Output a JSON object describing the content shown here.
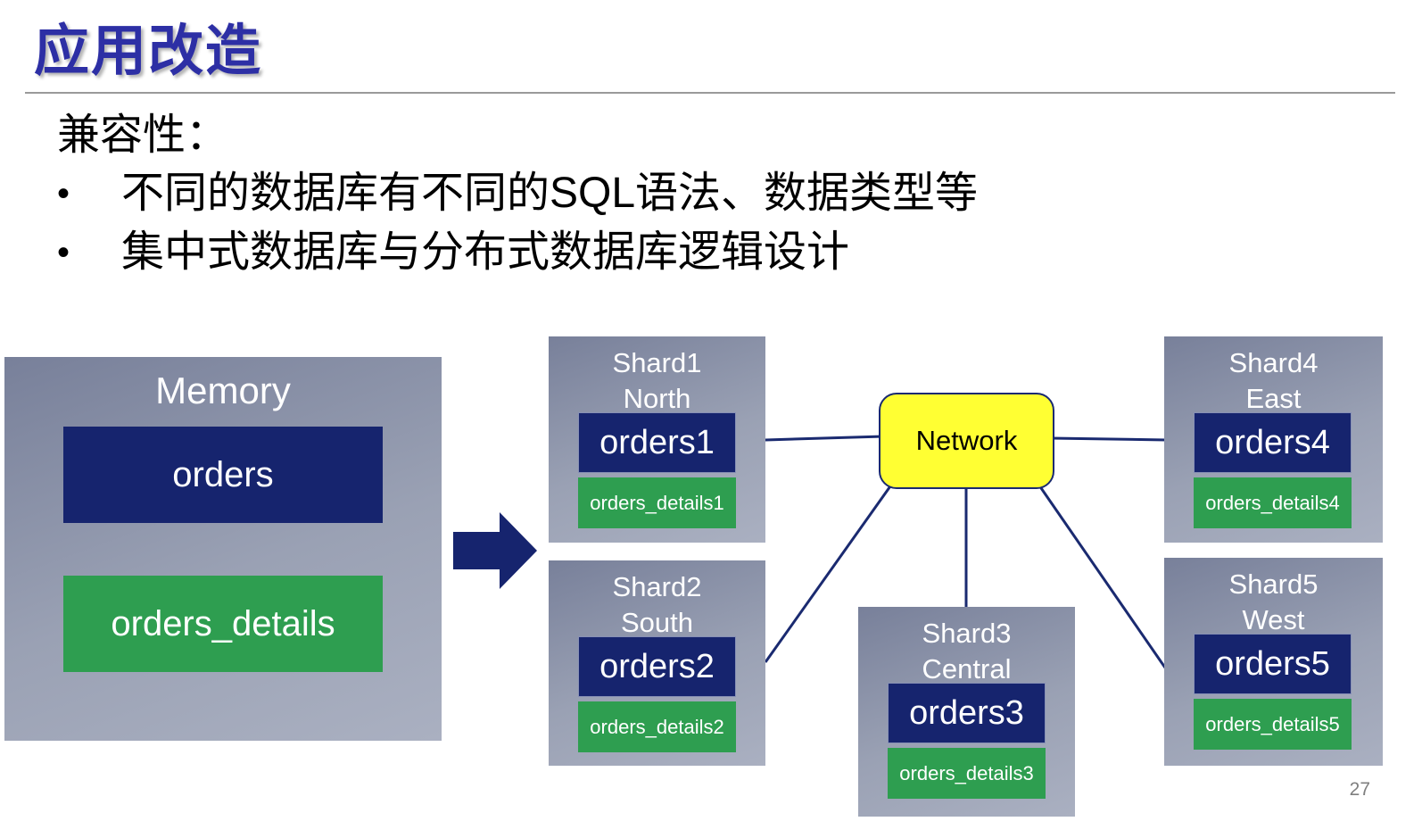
{
  "slide": {
    "title": "应用改造",
    "page_number": "27"
  },
  "body": {
    "heading": "兼容性：",
    "bullet_char": "•",
    "bullets": [
      "不同的数据库有不同的SQL语法、数据类型等",
      "集中式数据库与分布式数据库逻辑设计"
    ]
  },
  "diagram": {
    "memory": {
      "label": "Memory",
      "orders_table": "orders",
      "details_table": "orders_details"
    },
    "network": {
      "label": "Network"
    },
    "shards": [
      {
        "title_line1": "Shard1",
        "title_line2": "North",
        "orders": "orders1",
        "details": "orders_details1"
      },
      {
        "title_line1": "Shard2",
        "title_line2": "South",
        "orders": "orders2",
        "details": "orders_details2"
      },
      {
        "title_line1": "Shard3",
        "title_line2": "Central",
        "orders": "orders3",
        "details": "orders_details3"
      },
      {
        "title_line1": "Shard4",
        "title_line2": "East",
        "orders": "orders4",
        "details": "orders_details4"
      },
      {
        "title_line1": "Shard5",
        "title_line2": "West",
        "orders": "orders5",
        "details": "orders_details5"
      }
    ],
    "colors": {
      "title_blue": "#2d2fa5",
      "panel_gray": "#8a92a8",
      "table_navy": "#16246e",
      "table_green": "#2e9e50",
      "network_yellow": "#ffff33",
      "connector_navy": "#1a2a70"
    }
  }
}
